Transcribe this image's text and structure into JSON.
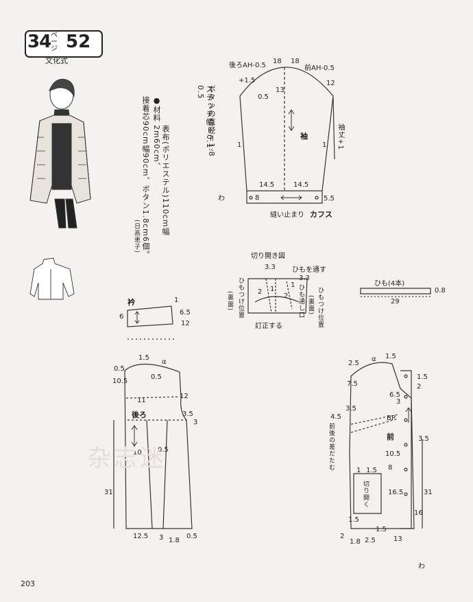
{
  "header": {
    "page_ref": "34",
    "page_unit": "ページ",
    "item_no": "52",
    "source": "文化式"
  },
  "materials": {
    "heading": "●材料",
    "line1": "表布(ポリエステル)110cm幅2m60cm、",
    "line2": "接着芯90cm幅90cm、ボタン1.8cm6個。",
    "credit": "(日高恵子)"
  },
  "notes": {
    "line1": "ボタンの直径＝1.8",
    "line2": "ステッチ幅＝0.1、0.5"
  },
  "sleeve": {
    "back_ah": "後ろAH-0.5",
    "front_ah": "前AH-0.5",
    "top_left": "18",
    "top_right": "18",
    "cap": "13",
    "v15": "+1.5",
    "v05": "0.5",
    "v12": "12",
    "name": "袖",
    "length": "袖丈+1",
    "left1": "1",
    "right1": "1",
    "w1": "14.5",
    "w2": "14.5",
    "cuff_w": "8",
    "cuff_h": "5.5",
    "sew_stop": "縫い止まり",
    "cuff": "カフス",
    "fold": "わ"
  },
  "collar": {
    "name": "衿",
    "h": "6",
    "v1": "1",
    "v65": "6.5",
    "v12": "12"
  },
  "detail": {
    "title": "切り開き図",
    "a": "3.3",
    "b": "ひもを通す",
    "c": "3.3",
    "d": "ひもつけ位置",
    "e": "(裏面)",
    "f": "ひも通し口",
    "g": "ひもつけ位置",
    "h": "(裏面)",
    "i": "訂正する",
    "n2a": "2",
    "n2b": "2",
    "n1a": "1",
    "n1b": "1"
  },
  "tie": {
    "name": "ひも(4本)",
    "w": "0.8",
    "l": "29"
  },
  "back": {
    "name": "後ろ",
    "v15": "1.5",
    "v05a": "0.5",
    "v05b": "0.5",
    "v105": "10.5",
    "v11": "11",
    "v12": "12",
    "v35": "3.5",
    "v3": "3",
    "v10": "10",
    "v05c": "0.5",
    "v31": "31",
    "v125": "12.5",
    "v3b": "3",
    "v18": "1.8",
    "v05d": "0.5",
    "alpha": "α"
  },
  "front": {
    "name": "前",
    "v25a": "2.5",
    "v15a": "1.5",
    "v75": "7.5",
    "v65": "6.5",
    "v15b": "1.5",
    "v2": "2",
    "v3": "3",
    "v45": "4.5",
    "v35a": "3.5",
    "bp": "BP",
    "v35b": "3.5",
    "dart": "前後の差だたむ",
    "v105": "10.5",
    "v1": "1",
    "v15c": "1.5",
    "v8": "8",
    "v165": "16.5",
    "open": "切り開く",
    "v15d": "1.5",
    "v31": "31",
    "v16": "16",
    "v2b": "2",
    "v18": "1.8",
    "v25b": "2.5",
    "v13": "13",
    "v15e": "1.5",
    "fold": "わ",
    "alpha": "α"
  },
  "page_number": "203",
  "watermark": "杂志迷"
}
